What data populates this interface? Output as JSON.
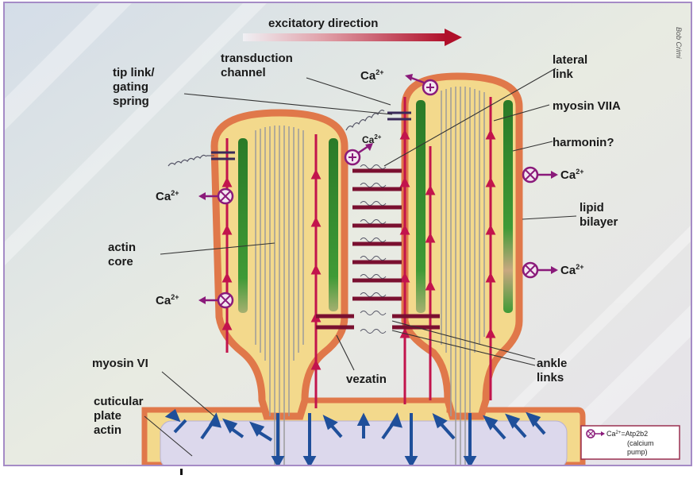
{
  "title": "excitatory direction",
  "credit": "Bob Crimi",
  "labels": {
    "tip_link_1": "tip link/",
    "tip_link_2": "gating",
    "tip_link_3": "spring",
    "transduction_1": "transduction",
    "transduction_2": "channel",
    "lateral_1": "lateral",
    "lateral_2": "link",
    "myosin_viia": "myosin VIIA",
    "harmonin": "harmonin?",
    "lipid_1": "lipid",
    "lipid_2": "bilayer",
    "actin_core_1": "actin",
    "actin_core_2": "core",
    "myosin_vi": "myosin VI",
    "vezatin": "vezatin",
    "ankle_1": "ankle",
    "ankle_2": "links",
    "cuticular_1": "cuticular",
    "cuticular_2": "plate",
    "cuticular_3": "actin"
  },
  "ions": {
    "ca": "Ca",
    "charge": "2+"
  },
  "legend": {
    "ion": "Ca",
    "line1": "=Atp2b2",
    "line2": "(calcium",
    "line3": "pump)"
  },
  "colors": {
    "background": "#dfe7e4",
    "stereocilium_fill": "#f3d98c",
    "membrane": "#e0784a",
    "actin_line": "#9c9c9c",
    "myosin_arrow": "#c2144c",
    "harmonin_bar": "#2f8a2c",
    "pump": "#8a1a7a",
    "links": "#7a1030",
    "cuticular_plate": "#dcd8ec",
    "blue_arrow": "#1f4f9a"
  }
}
